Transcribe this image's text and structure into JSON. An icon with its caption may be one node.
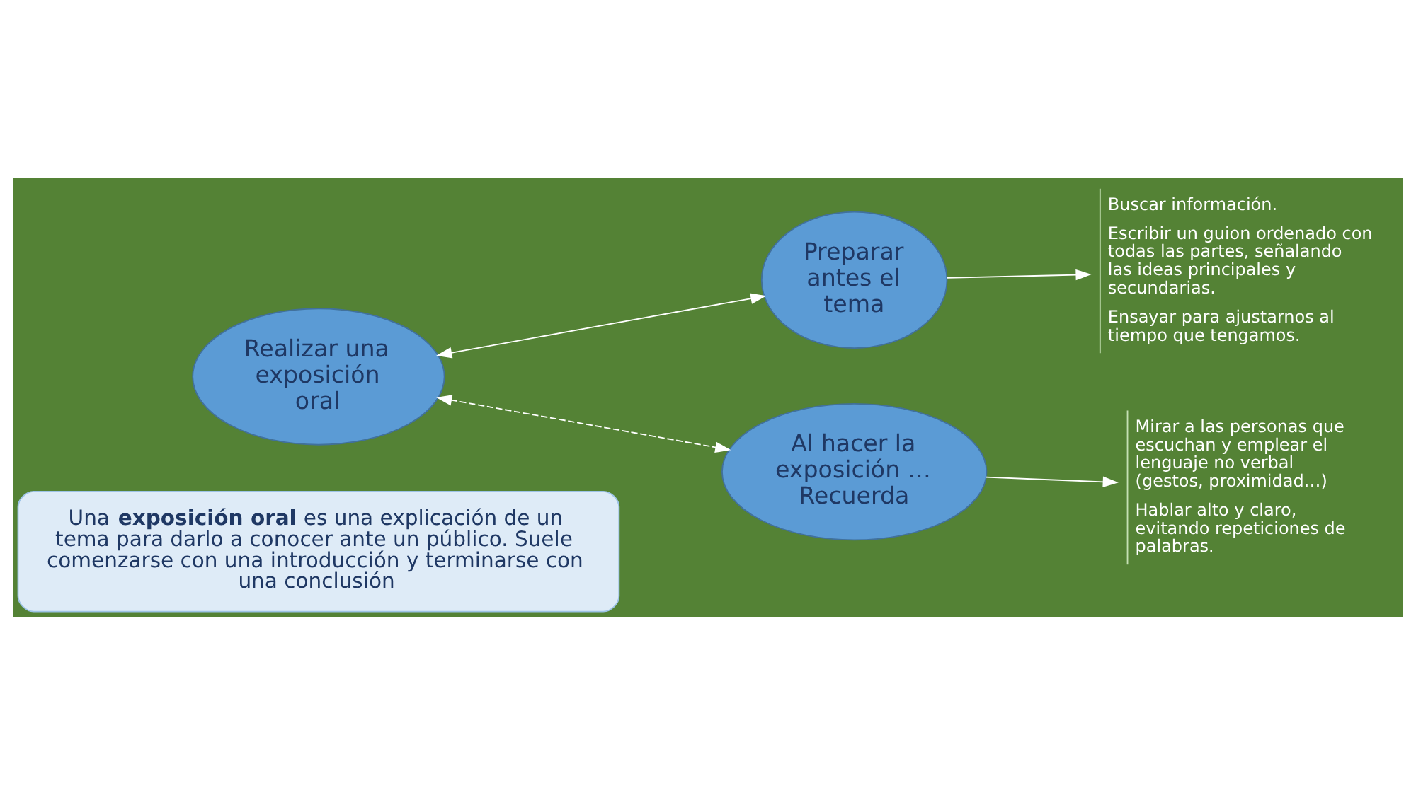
{
  "diagram": {
    "nodes": [
      {
        "text": [
          "Una **exposición oral** es una explicación de un tema para darlo a conocer ante un público. Suele comenzarse con una introducción y terminarse con una conclusión"
        ]
      },
      {
        "text": [
          "Realizar una exposición oral"
        ]
      },
      {
        "text": [
          "Preparar antes el tema"
        ]
      },
      {
        "text": [
          "Al hacer la exposición … Recuerda"
        ]
      },
      {
        "text": [
          "Buscar información.",
          "Escribir un guion ordenado con todas las partes, señalando las ideas principales y secundarias.",
          "Ensayar para ajustarnos al tiempo que tengamos."
        ]
      },
      {
        "text": [
          "Mirar a las personas que escuchan y emplear el lenguaje no verbal (gestos, proximidad…)",
          "Hablar alto y claro, evitando repeticiones de palabras."
        ]
      }
    ],
    "edges": [
      {
        "from": 1,
        "to": 2,
        "arrow": "both"
      },
      {
        "from": 1,
        "to": 3,
        "arrow": "both",
        "style": "dashed"
      },
      {
        "from": 2,
        "to": 4,
        "arrow": "to"
      },
      {
        "from": 3,
        "to": 5,
        "arrow": "to"
      }
    ]
  }
}
